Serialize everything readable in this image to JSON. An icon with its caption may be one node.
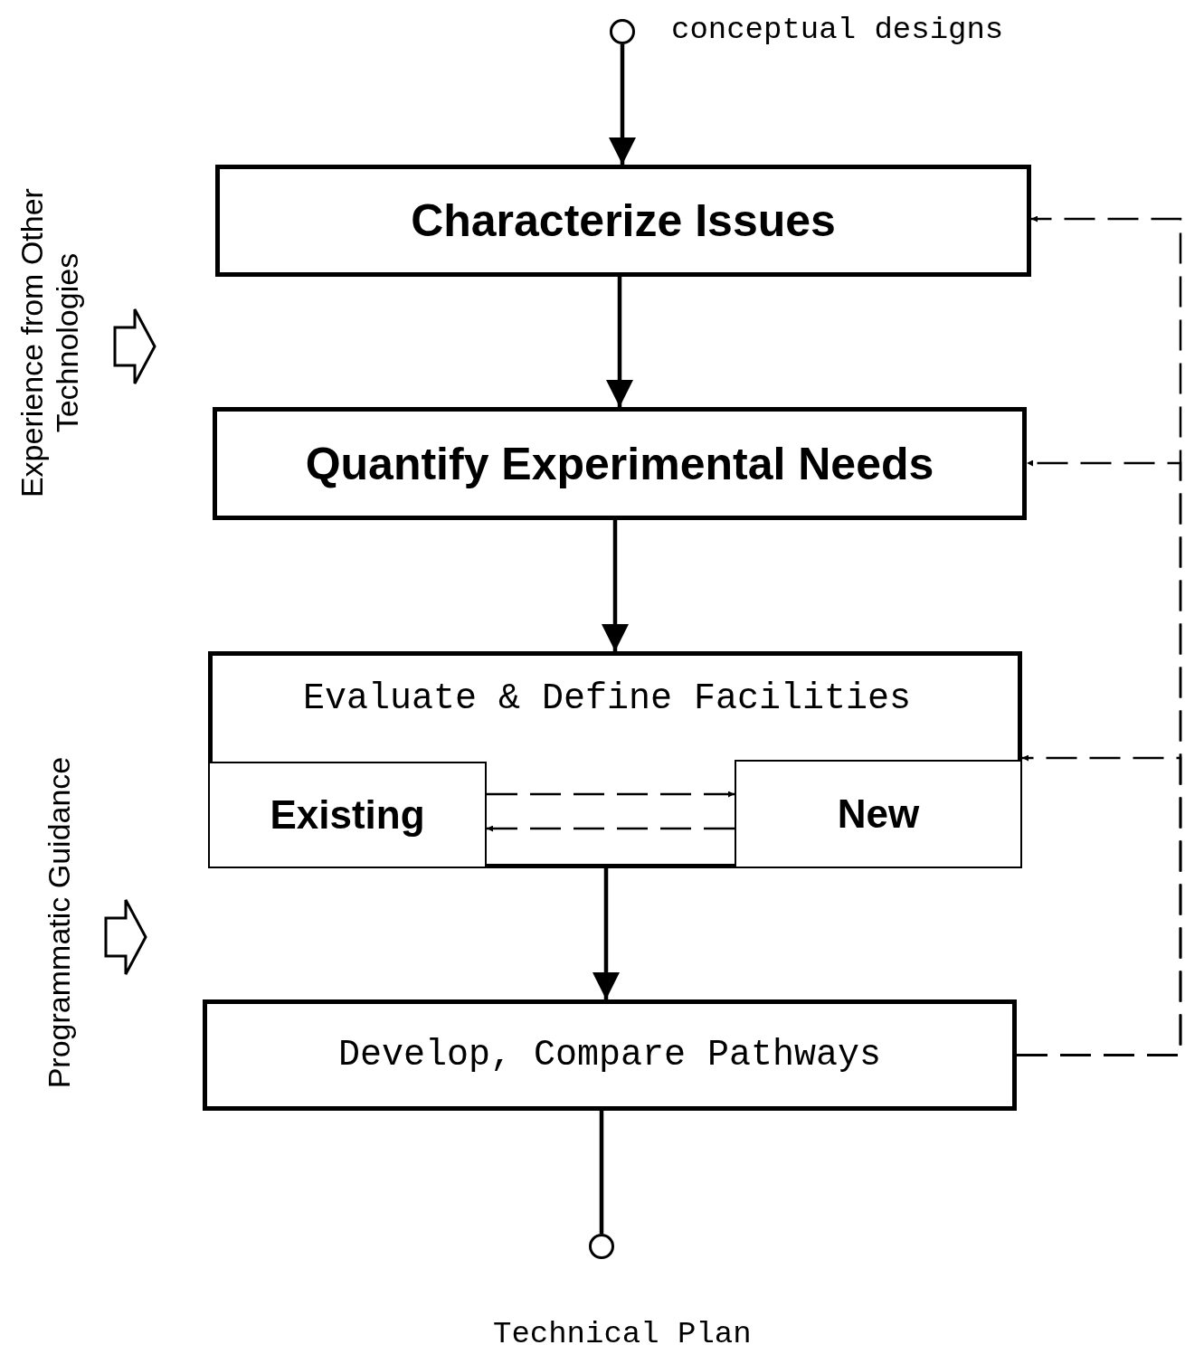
{
  "diagram": {
    "nodes": [
      {
        "text": [],
        "shape": "circle",
        "beside": [
          "conceptual designs"
        ]
      },
      {
        "text": [
          "Characterize Issues"
        ]
      },
      {
        "text": [
          "Quantify Experimental Needs"
        ]
      },
      {
        "text": [
          "Evaluate & Define Facilities"
        ]
      },
      {
        "text": [
          "Existing"
        ],
        "in": 3
      },
      {
        "text": [
          "New"
        ],
        "in": 3
      },
      {
        "text": [
          "Develop, Compare Pathways"
        ]
      },
      {
        "text": [],
        "shape": "circle",
        "beside": [
          "Technical Plan"
        ]
      }
    ],
    "edges": [
      {
        "from": 0,
        "to": 1,
        "arrow": "to"
      },
      {
        "from": 1,
        "to": 2,
        "arrow": "to"
      },
      {
        "from": 2,
        "to": 3,
        "arrow": "to"
      },
      {
        "from": 3,
        "to": 6,
        "arrow": "to"
      },
      {
        "from": 6,
        "to": 7,
        "arrow": "none"
      },
      {
        "from": 4,
        "to": 5,
        "arrow": "to",
        "style": "dashed"
      },
      {
        "from": 5,
        "to": 4,
        "arrow": "to",
        "style": "dashed"
      },
      {
        "from": 6,
        "to": 1,
        "arrow": "to",
        "style": "dashed"
      },
      {
        "from": 6,
        "to": 2,
        "arrow": "to",
        "style": "dashed"
      },
      {
        "from": 6,
        "to": 3,
        "arrow": "to",
        "style": "dashed"
      }
    ],
    "labels": [
      "Experience from Other Technologies",
      "Programmatic Guidance"
    ]
  }
}
